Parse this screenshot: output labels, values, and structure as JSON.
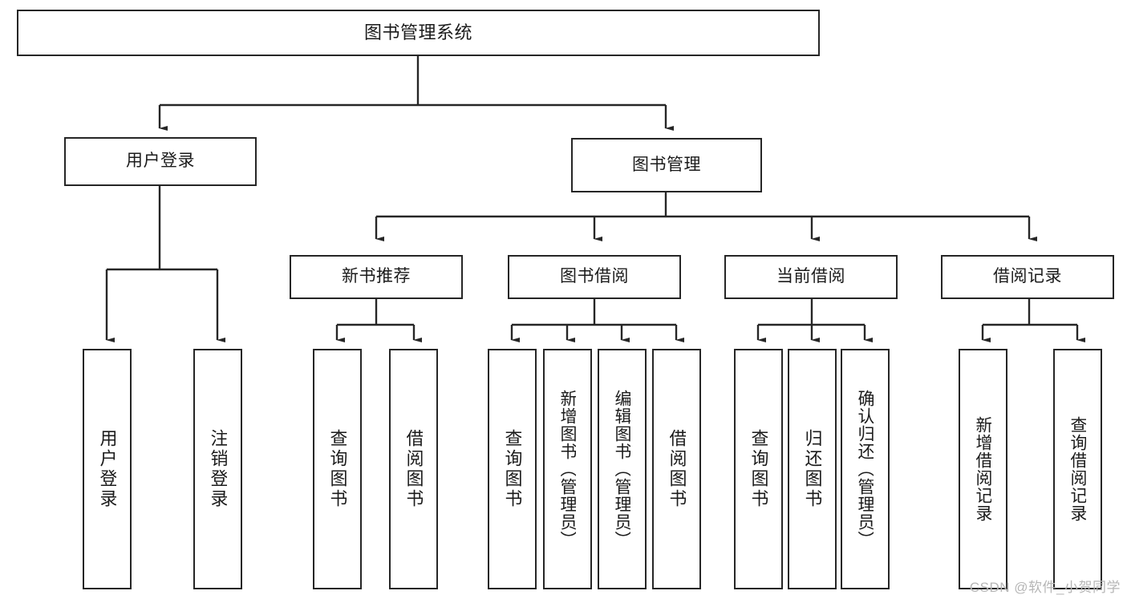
{
  "diagram": {
    "type": "tree",
    "title": "图书管理系统",
    "theme": {
      "stroke": "#262626",
      "fill": "#ffffff",
      "text": "#1b1b1b",
      "watermark": "#b6b6b6"
    },
    "nodes": {
      "root": {
        "label": "图书管理系统"
      },
      "level2": [
        {
          "label": "用户登录"
        },
        {
          "label": "图书管理"
        }
      ],
      "level3": [
        {
          "label": "新书推荐"
        },
        {
          "label": "图书借阅"
        },
        {
          "label": "当前借阅"
        },
        {
          "label": "借阅记录"
        }
      ],
      "leaves": {
        "user_login": [
          {
            "label": "用户登录"
          },
          {
            "label": "注销登录"
          }
        ],
        "new_book": [
          {
            "label": "查询图书"
          },
          {
            "label": "借阅图书"
          }
        ],
        "book_borrow": [
          {
            "label": "查询图书"
          },
          {
            "label": "新增图书（管理员）"
          },
          {
            "label": "编辑图书（管理员）"
          },
          {
            "label": "借阅图书"
          }
        ],
        "current_borrow": [
          {
            "label": "查询图书"
          },
          {
            "label": "归还图书"
          },
          {
            "label": "确认归还（管理员）"
          }
        ],
        "borrow_record": [
          {
            "label": "新增借阅记录"
          },
          {
            "label": "查询借阅记录"
          }
        ]
      }
    }
  },
  "watermark": {
    "text": "CSDN @软件_小贺同学"
  }
}
